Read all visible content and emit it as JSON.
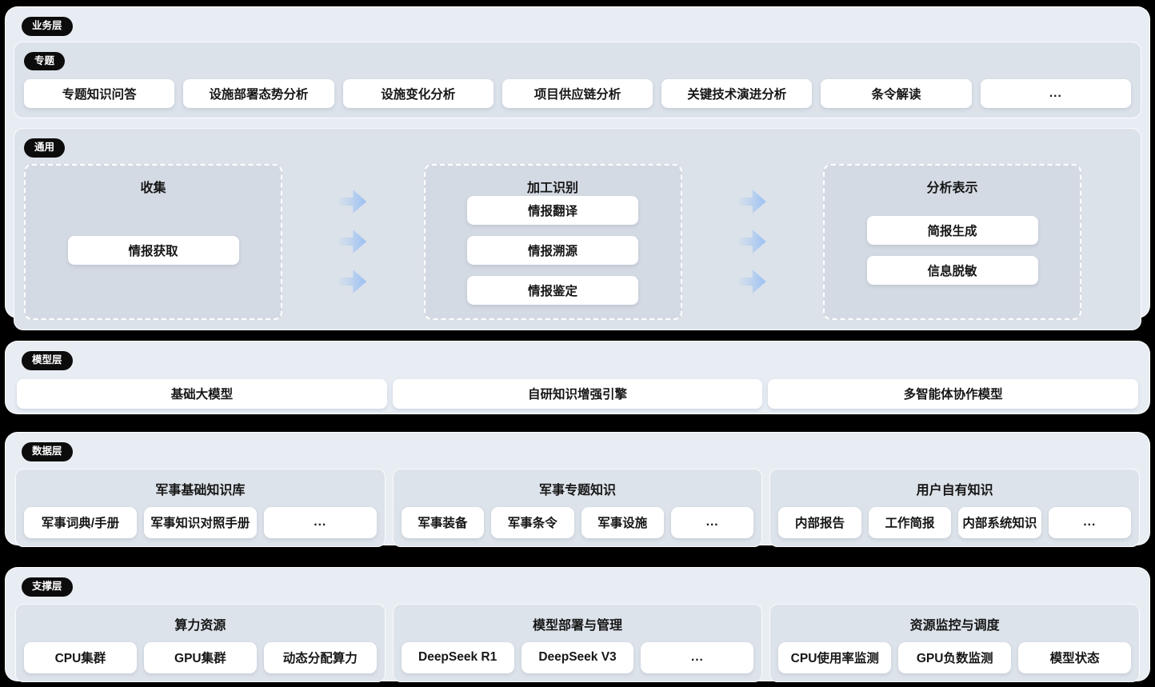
{
  "colors": {
    "canvas_bg": "#000000",
    "panel_bg": "#e8edf4",
    "subpanel_bg": "#dce2ea",
    "dashed_box_bg": "#d4dae3",
    "button_bg": "#ffffff",
    "pill_bg": "#0c0c0c",
    "arrow_blue": "#9cc0f2"
  },
  "business": {
    "pill": "业务层",
    "topic": {
      "pill": "专题",
      "buttons": [
        "专题知识问答",
        "设施部署态势分析",
        "设施变化分析",
        "项目供应链分析",
        "关键技术演进分析",
        "条令解读"
      ],
      "more": "..."
    },
    "general": {
      "pill": "通用",
      "groups": [
        {
          "title": "收集",
          "buttons": [
            "情报获取"
          ]
        },
        {
          "title": "加工识别",
          "buttons": [
            "情报翻译",
            "情报溯源",
            "情报鉴定"
          ]
        },
        {
          "title": "分析表示",
          "buttons": [
            "简报生成",
            "信息脱敏"
          ]
        }
      ]
    }
  },
  "model": {
    "pill": "模型层",
    "buttons": [
      "基础大模型",
      "自研知识增强引擎",
      "多智能体协作模型"
    ]
  },
  "data": {
    "pill": "数据层",
    "cards": [
      {
        "title": "军事基础知识库",
        "buttons": [
          "军事词典/手册",
          "军事知识对照手册"
        ],
        "more": "..."
      },
      {
        "title": "军事专题知识",
        "buttons": [
          "军事装备",
          "军事条令",
          "军事设施"
        ],
        "more": "..."
      },
      {
        "title": "用户自有知识",
        "buttons": [
          "内部报告",
          "工作简报",
          "内部系统知识"
        ],
        "more": "..."
      }
    ]
  },
  "support": {
    "pill": "支撑层",
    "cards": [
      {
        "title": "算力资源",
        "buttons": [
          "CPU集群",
          "GPU集群",
          "动态分配算力"
        ]
      },
      {
        "title": "模型部署与管理",
        "buttons": [
          "DeepSeek R1",
          "DeepSeek V3"
        ],
        "more": "..."
      },
      {
        "title": "资源监控与调度",
        "buttons": [
          "CPU使用率监测",
          "GPU负数监测",
          "模型状态"
        ]
      }
    ]
  }
}
